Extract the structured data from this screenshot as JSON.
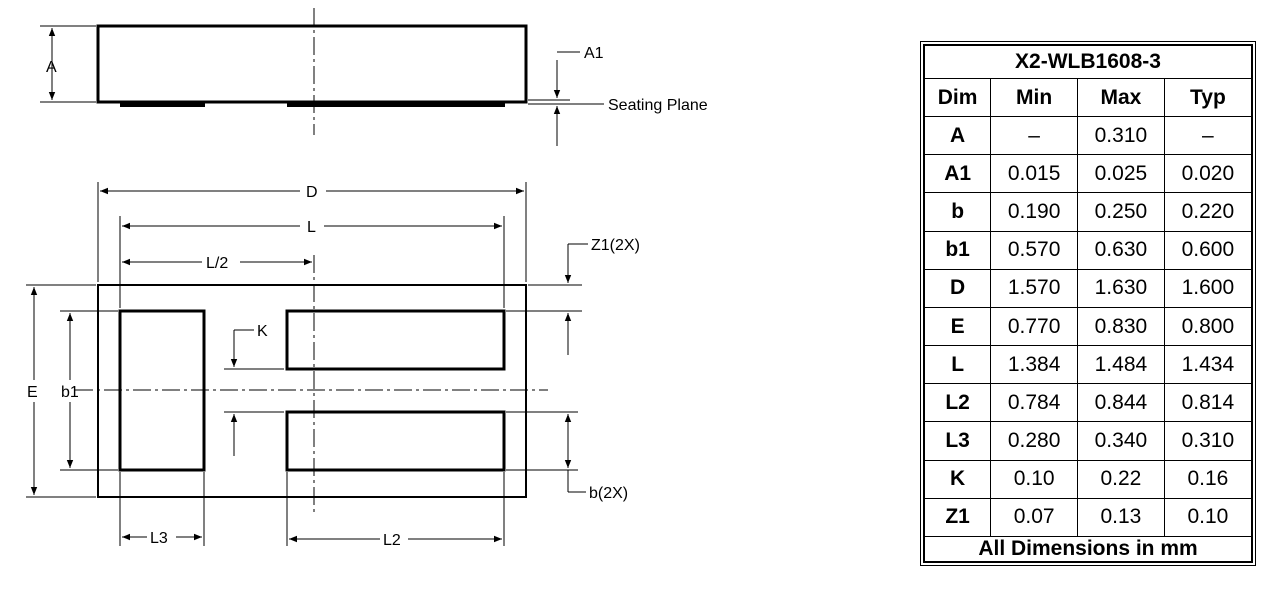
{
  "side_view": {
    "labels": {
      "A": "A",
      "A1": "A1",
      "seating_plane": "Seating Plane"
    }
  },
  "top_view": {
    "labels": {
      "D": "D",
      "L": "L",
      "L_half": "L/2",
      "Z1": "Z1(2X)",
      "K": "K",
      "E": "E",
      "b1": "b1",
      "b": "b(2X)",
      "L3": "L3",
      "L2": "L2"
    }
  },
  "table": {
    "title": "X2-WLB1608-3",
    "headers": [
      "Dim",
      "Min",
      "Max",
      "Typ"
    ],
    "rows": [
      [
        "A",
        "–",
        "0.310",
        "–"
      ],
      [
        "A1",
        "0.015",
        "0.025",
        "0.020"
      ],
      [
        "b",
        "0.190",
        "0.250",
        "0.220"
      ],
      [
        "b1",
        "0.570",
        "0.630",
        "0.600"
      ],
      [
        "D",
        "1.570",
        "1.630",
        "1.600"
      ],
      [
        "E",
        "0.770",
        "0.830",
        "0.800"
      ],
      [
        "L",
        "1.384",
        "1.484",
        "1.434"
      ],
      [
        "L2",
        "0.784",
        "0.844",
        "0.814"
      ],
      [
        "L3",
        "0.280",
        "0.340",
        "0.310"
      ],
      [
        "K",
        "0.10",
        "0.22",
        "0.16"
      ],
      [
        "Z1",
        "0.07",
        "0.13",
        "0.10"
      ]
    ],
    "footer": "All Dimensions in mm"
  }
}
